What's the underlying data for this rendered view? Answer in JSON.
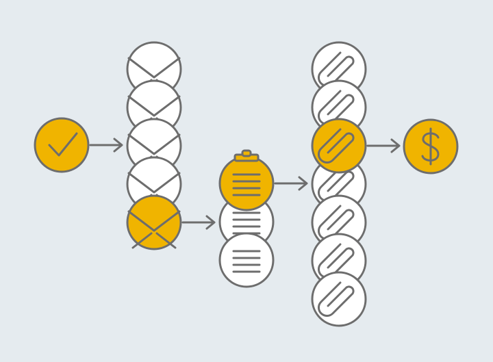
{
  "colors": {
    "background": "#e5ebef",
    "accent": "#f0b400",
    "neutral_fill": "#ffffff",
    "stroke": "#6d6d6d",
    "arrow": "#6d6d6d"
  },
  "nodes": {
    "start": {
      "icon": "check-icon",
      "highlighted": true
    },
    "emails": {
      "icon": "envelope-icon",
      "count": 5,
      "highlighted_index": 4
    },
    "documents": {
      "icon": "clipboard-icon",
      "count": 3,
      "highlighted_index": 0
    },
    "attachments": {
      "icon": "paperclip-icon",
      "count": 7,
      "highlighted_index": 2
    },
    "payment": {
      "icon": "dollar-icon",
      "highlighted": true
    }
  },
  "arrows": [
    {
      "from": "start",
      "to": "emails"
    },
    {
      "from": "emails",
      "to": "documents"
    },
    {
      "from": "documents",
      "to": "attachments"
    },
    {
      "from": "attachments",
      "to": "payment"
    }
  ]
}
